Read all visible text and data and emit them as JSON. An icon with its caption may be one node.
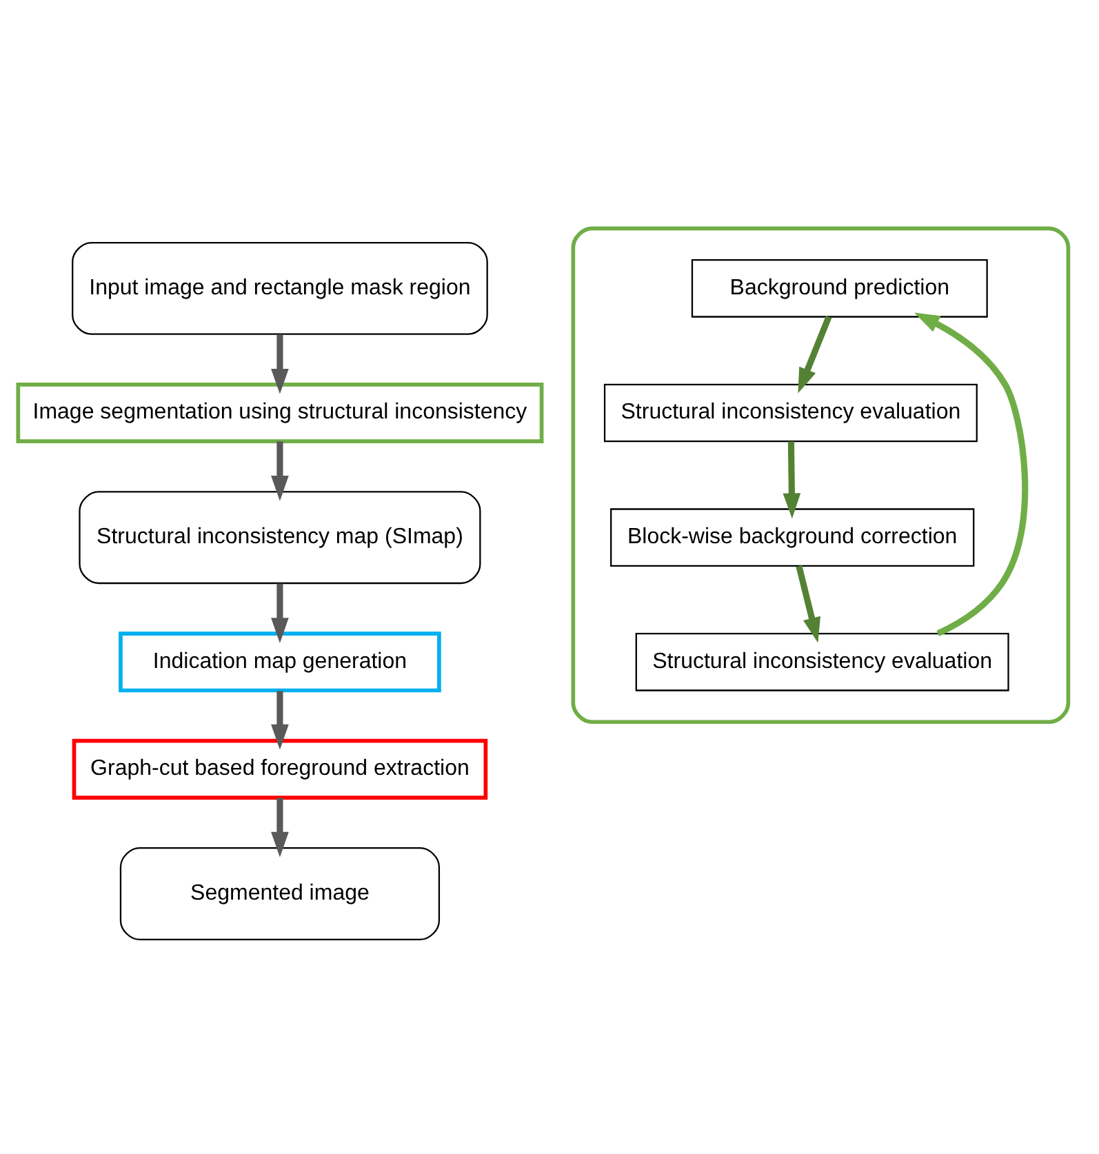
{
  "diagram": {
    "nodes": [
      {
        "text": [
          "Input image and rectangle mask region"
        ]
      },
      {
        "text": [
          "Image segmentation using structural inconsistency"
        ]
      },
      {
        "text": [
          "Structural inconsistency map (SImap)"
        ]
      },
      {
        "text": [
          "Indication map generation"
        ]
      },
      {
        "text": [
          "Graph-cut based foreground extraction"
        ]
      },
      {
        "text": [
          "Segmented image"
        ]
      },
      {
        "text": [],
        "shape": "callout"
      },
      {
        "text": [
          "Background prediction"
        ],
        "in": 6
      },
      {
        "text": [
          "Structural inconsistency evaluation"
        ],
        "in": 6
      },
      {
        "text": [
          "Block-wise background correction"
        ],
        "in": 6
      },
      {
        "text": [
          "Structural inconsistency evaluation"
        ],
        "in": 6
      }
    ],
    "edges": [
      {
        "from": 0,
        "to": 1,
        "arrow": "to"
      },
      {
        "from": 1,
        "to": 2,
        "arrow": "to"
      },
      {
        "from": 2,
        "to": 3,
        "arrow": "to"
      },
      {
        "from": 3,
        "to": 4,
        "arrow": "to"
      },
      {
        "from": 4,
        "to": 5,
        "arrow": "to"
      },
      {
        "from": 7,
        "to": 8,
        "arrow": "to",
        "color": "#548235"
      },
      {
        "from": 8,
        "to": 9,
        "arrow": "to",
        "color": "#548235"
      },
      {
        "from": 9,
        "to": 10,
        "arrow": "to",
        "color": "#548235"
      },
      {
        "from": 10,
        "to": 7,
        "arrow": "to",
        "color": "#70ad47"
      }
    ]
  }
}
